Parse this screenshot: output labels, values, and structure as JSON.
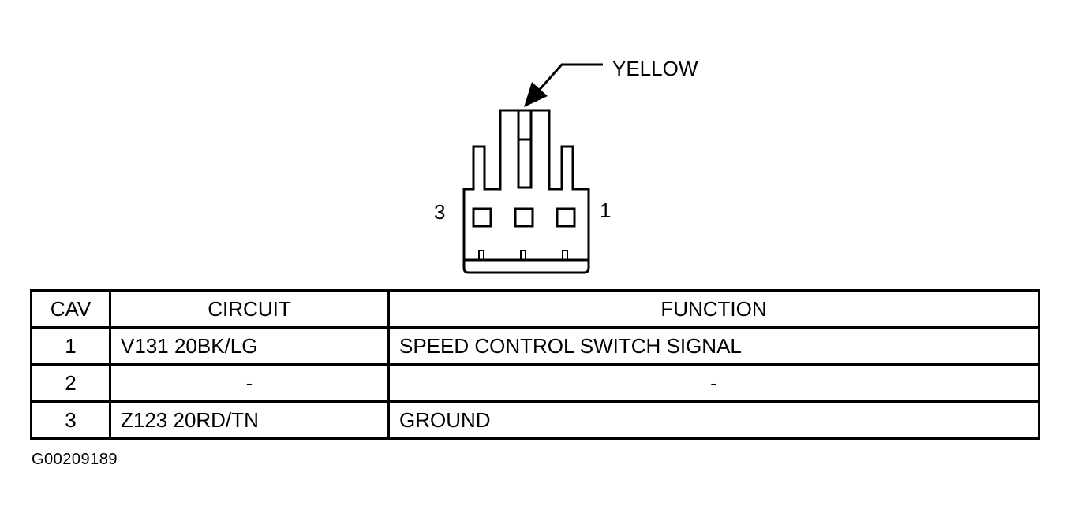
{
  "connector": {
    "callout_label": "YELLOW",
    "cavity_left_label": "3",
    "cavity_right_label": "1"
  },
  "table": {
    "headers": {
      "cav": "CAV",
      "circuit": "CIRCUIT",
      "function": "FUNCTION"
    },
    "rows": [
      {
        "cav": "1",
        "circuit": "V131 20BK/LG",
        "function": "SPEED CONTROL SWITCH SIGNAL"
      },
      {
        "cav": "2",
        "circuit": "-",
        "function": "-"
      },
      {
        "cav": "3",
        "circuit": "Z123 20RD/TN",
        "function": "GROUND"
      }
    ]
  },
  "figure_id": "G00209189"
}
